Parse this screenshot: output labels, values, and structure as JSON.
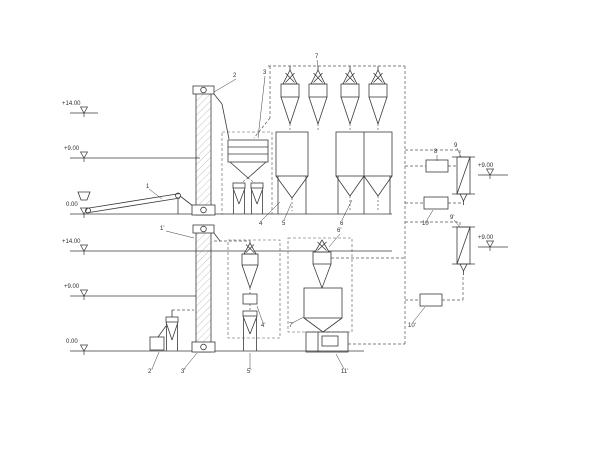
{
  "drawing": {
    "type": "process-flow-schematic",
    "colors": {
      "ink": "#3a3a3a",
      "dash": "#555555",
      "paper": "#ffffff"
    },
    "elevations": {
      "plus14": "+14.00",
      "plus9": "+9.00",
      "zero": "0.00"
    },
    "labels": {
      "e1": "1",
      "e2": "2",
      "e3": "3",
      "e4": "4",
      "e5": "5",
      "e6": "6",
      "e7": "7",
      "e8": "8",
      "e9": "9",
      "e9p": "9'",
      "e10": "10",
      "e10p": "10'",
      "e1p": "1'",
      "e2p": "2'",
      "e3p": "3'",
      "e4p": "4'",
      "e5p": "5'",
      "e6p": "6'",
      "e7p": "7'",
      "e11p": "11'"
    }
  }
}
